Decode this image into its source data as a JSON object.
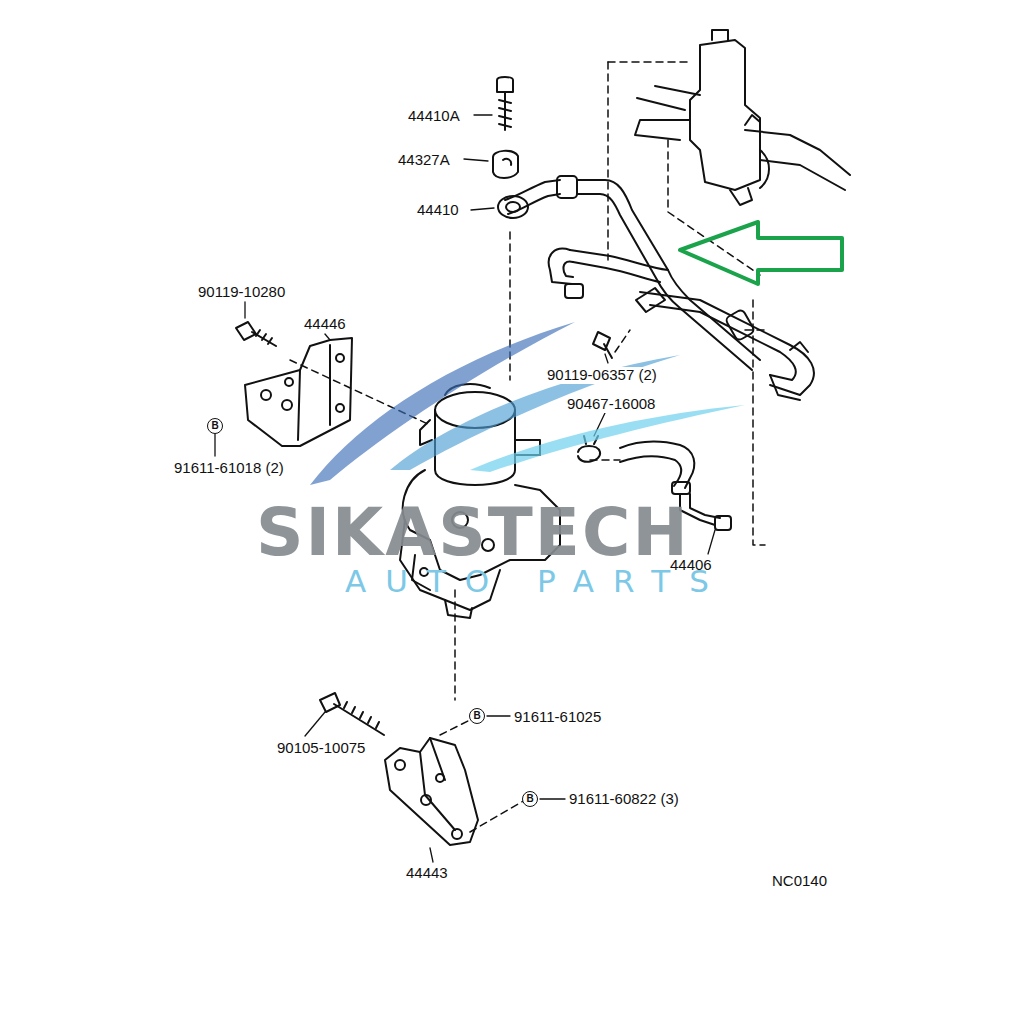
{
  "diagram": {
    "nodes": [
      {
        "text": [
          "B"
        ]
      },
      {
        "text": [
          "B"
        ]
      },
      {
        "text": [
          "B"
        ]
      }
    ],
    "labels": [
      "44410A",
      "44327A",
      "44410",
      "90119-10280",
      "44446",
      "90119-06357 (2)",
      "90467-16008",
      "91611-61018 (2)",
      "44406",
      "90105-10075",
      "91611-61025",
      "91611-60822 (3)",
      "44443",
      "NC0140",
      "SIKASTECH",
      "AUTO PARTS"
    ]
  }
}
